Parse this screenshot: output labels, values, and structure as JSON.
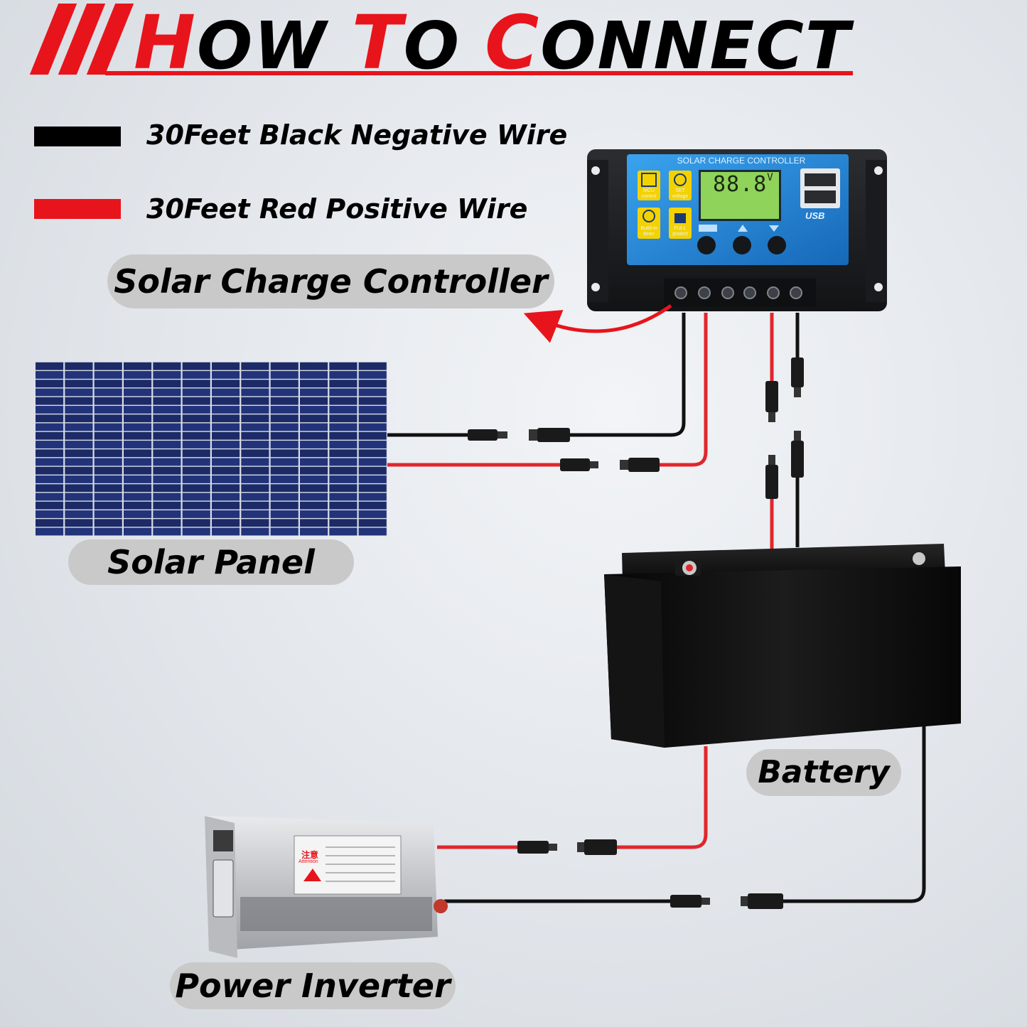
{
  "title": {
    "parts": [
      "H",
      "OW ",
      "T",
      "O ",
      "C",
      "ONNECT"
    ],
    "accent_color": "#e8141b"
  },
  "legend": [
    {
      "label": "30Feet Black Negative Wire",
      "color": "#000000"
    },
    {
      "label": "30Feet Red Positive Wire",
      "color": "#e8141b"
    }
  ],
  "components": {
    "controller": "Solar Charge Controller",
    "panel": "Solar Panel",
    "battery": "Battery",
    "inverter": "Power Inverter"
  },
  "controller_face": {
    "header": "SOLAR CHARGE CONTROLLER",
    "lcd": "88.8",
    "lcd_unit": "V",
    "btn_mcu": "MCU control",
    "btn_set": "SET voltage",
    "btn_timer": "Build-in timer",
    "btn_full": "FULL protect",
    "usb": "USB"
  },
  "inverter_face": {
    "warning_title": "注意",
    "warning_sub": "Attention"
  },
  "colors": {
    "positive_wire": "#e0262d",
    "negative_wire": "#111111",
    "controller_blue": "#1e88d8",
    "panel_cell": "#1d2b66",
    "battery_body": "#0d0d0d",
    "inverter_body": "#c8c9cc"
  }
}
